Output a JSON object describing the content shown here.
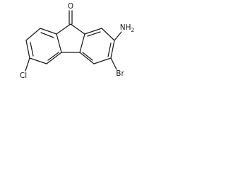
{
  "structure": {
    "atoms": {
      "oxygen": "O",
      "amine_main": "NH",
      "amine_sub": "2",
      "bromine": "Br",
      "chlorine": "Cl"
    },
    "colors": {
      "ink": "#1a1a1a",
      "background": "#ffffff"
    }
  }
}
